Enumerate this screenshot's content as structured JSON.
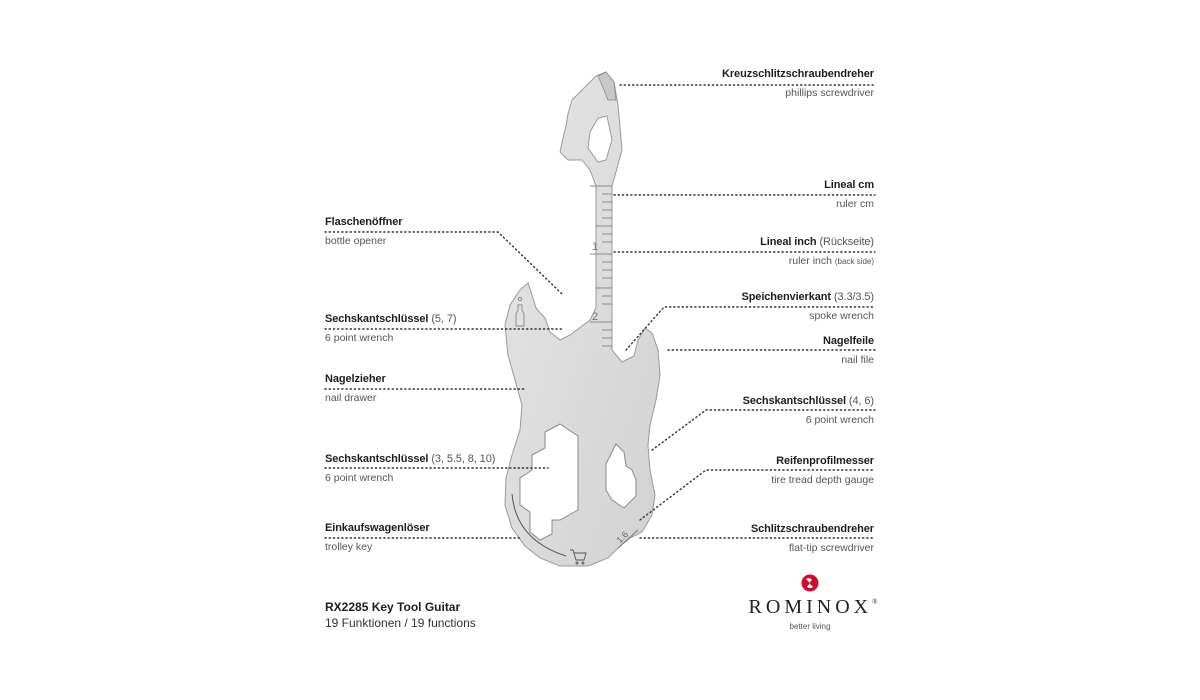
{
  "colors": {
    "background": "#ffffff",
    "tool_fill": "#dcdcdc",
    "tool_edge": "#9a9a9a",
    "dotted_line": "#333333",
    "brand_red": "#c8102e"
  },
  "tool": {
    "ruler_marks": [
      "1",
      "2"
    ],
    "flat_tip_size": "1.6",
    "icons": [
      "bottle-icon",
      "shopping-cart-icon"
    ]
  },
  "callouts_right": [
    {
      "title": "Kreuzschlitzschraubendreher",
      "extra": "",
      "subtitle": "phillips screwdriver",
      "subtitle_small": ""
    },
    {
      "title": "Lineal cm",
      "extra": "",
      "subtitle": "ruler cm",
      "subtitle_small": ""
    },
    {
      "title": "Lineal inch",
      "extra": "(Rückseite)",
      "subtitle": "ruler inch",
      "subtitle_small": "(back side)"
    },
    {
      "title": "Speichenvierkant",
      "extra": "(3.3/3.5)",
      "subtitle": "spoke wrench",
      "subtitle_small": ""
    },
    {
      "title": "Nagelfeile",
      "extra": "",
      "subtitle": "nail file",
      "subtitle_small": ""
    },
    {
      "title": "Sechskantschlüssel",
      "extra": "(4, 6)",
      "subtitle": "6 point wrench",
      "subtitle_small": ""
    },
    {
      "title": "Reifenprofilmesser",
      "extra": "",
      "subtitle": "tire tread depth gauge",
      "subtitle_small": ""
    },
    {
      "title": "Schlitzschraubendreher",
      "extra": "",
      "subtitle": "flat-tip screwdriver",
      "subtitle_small": ""
    }
  ],
  "callouts_left": [
    {
      "title": "Flaschenöffner",
      "extra": "",
      "subtitle": "bottle opener"
    },
    {
      "title": "Sechskantschlüssel",
      "extra": "(5, 7)",
      "subtitle": "6 point wrench"
    },
    {
      "title": "Nagelzieher",
      "extra": "",
      "subtitle": "nail drawer"
    },
    {
      "title": "Sechskantschlüssel",
      "extra": "(3, 5.5, 8, 10)",
      "subtitle": "6 point wrench"
    },
    {
      "title": "Einkaufswagenlöser",
      "extra": "",
      "subtitle": "trolley key"
    }
  ],
  "product": {
    "name": "RX2285 Key Tool Guitar",
    "functions": "19 Funktionen / 19 functions"
  },
  "brand": {
    "name": "ROMINOX",
    "registered": "®",
    "tagline": "better living"
  }
}
